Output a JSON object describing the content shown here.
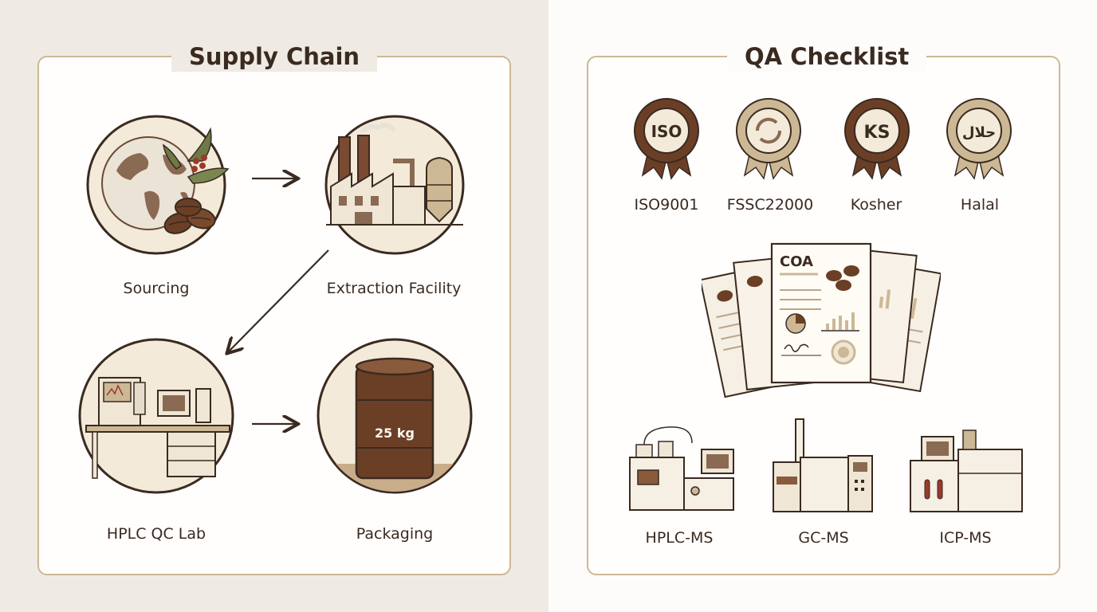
{
  "supply_chain": {
    "title": "Supply Chain",
    "stages": [
      {
        "label": "Sourcing",
        "icon": "globe-coffee-icon"
      },
      {
        "label": "Extraction Facility",
        "icon": "factory-icon"
      },
      {
        "label": "HPLC QC Lab",
        "icon": "lab-desk-icon"
      },
      {
        "label": "Packaging",
        "icon": "drum-icon"
      }
    ],
    "drum_label": "25 kg"
  },
  "qa_checklist": {
    "title": "QA Checklist",
    "certifications": [
      {
        "label": "ISO9001",
        "badge_text": "ISO"
      },
      {
        "label": "FSSC22000",
        "badge_text": ""
      },
      {
        "label": "Kosher",
        "badge_text": "KS"
      },
      {
        "label": "Halal",
        "badge_text": "حلال"
      }
    ],
    "coa_text": "COA",
    "instruments": [
      {
        "label": "HPLC-MS",
        "icon": "hplc-ms-icon"
      },
      {
        "label": "GC-MS",
        "icon": "gc-ms-icon"
      },
      {
        "label": "ICP-MS",
        "icon": "icp-ms-icon"
      }
    ]
  },
  "colors": {
    "dark_brown": "#4a2f20",
    "mid_brown": "#8a5a3c",
    "tan": "#cdb895",
    "cream": "#f2e9dc"
  }
}
